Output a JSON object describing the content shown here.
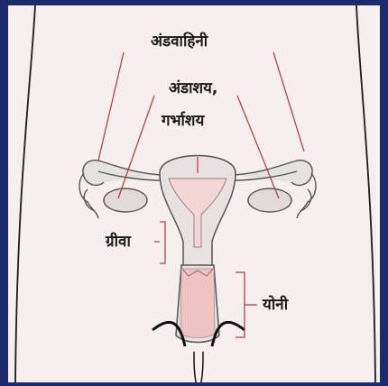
{
  "diagram": {
    "labels": {
      "fallopian_tube": "अंडवाहिनी",
      "ovary": "अंडाशय,",
      "uterus": "गर्भाशय",
      "cervix": "ग्रीवा",
      "vagina": "योनी"
    },
    "colors": {
      "frame": "#1a2a6c",
      "background": "#f7eef0",
      "organ_fill": "#e7e2e2",
      "uterus_inner": "#f2d6d8",
      "vagina_fill": "#efc3c4",
      "leader_line": "#b94048",
      "outline": "#222222"
    }
  }
}
